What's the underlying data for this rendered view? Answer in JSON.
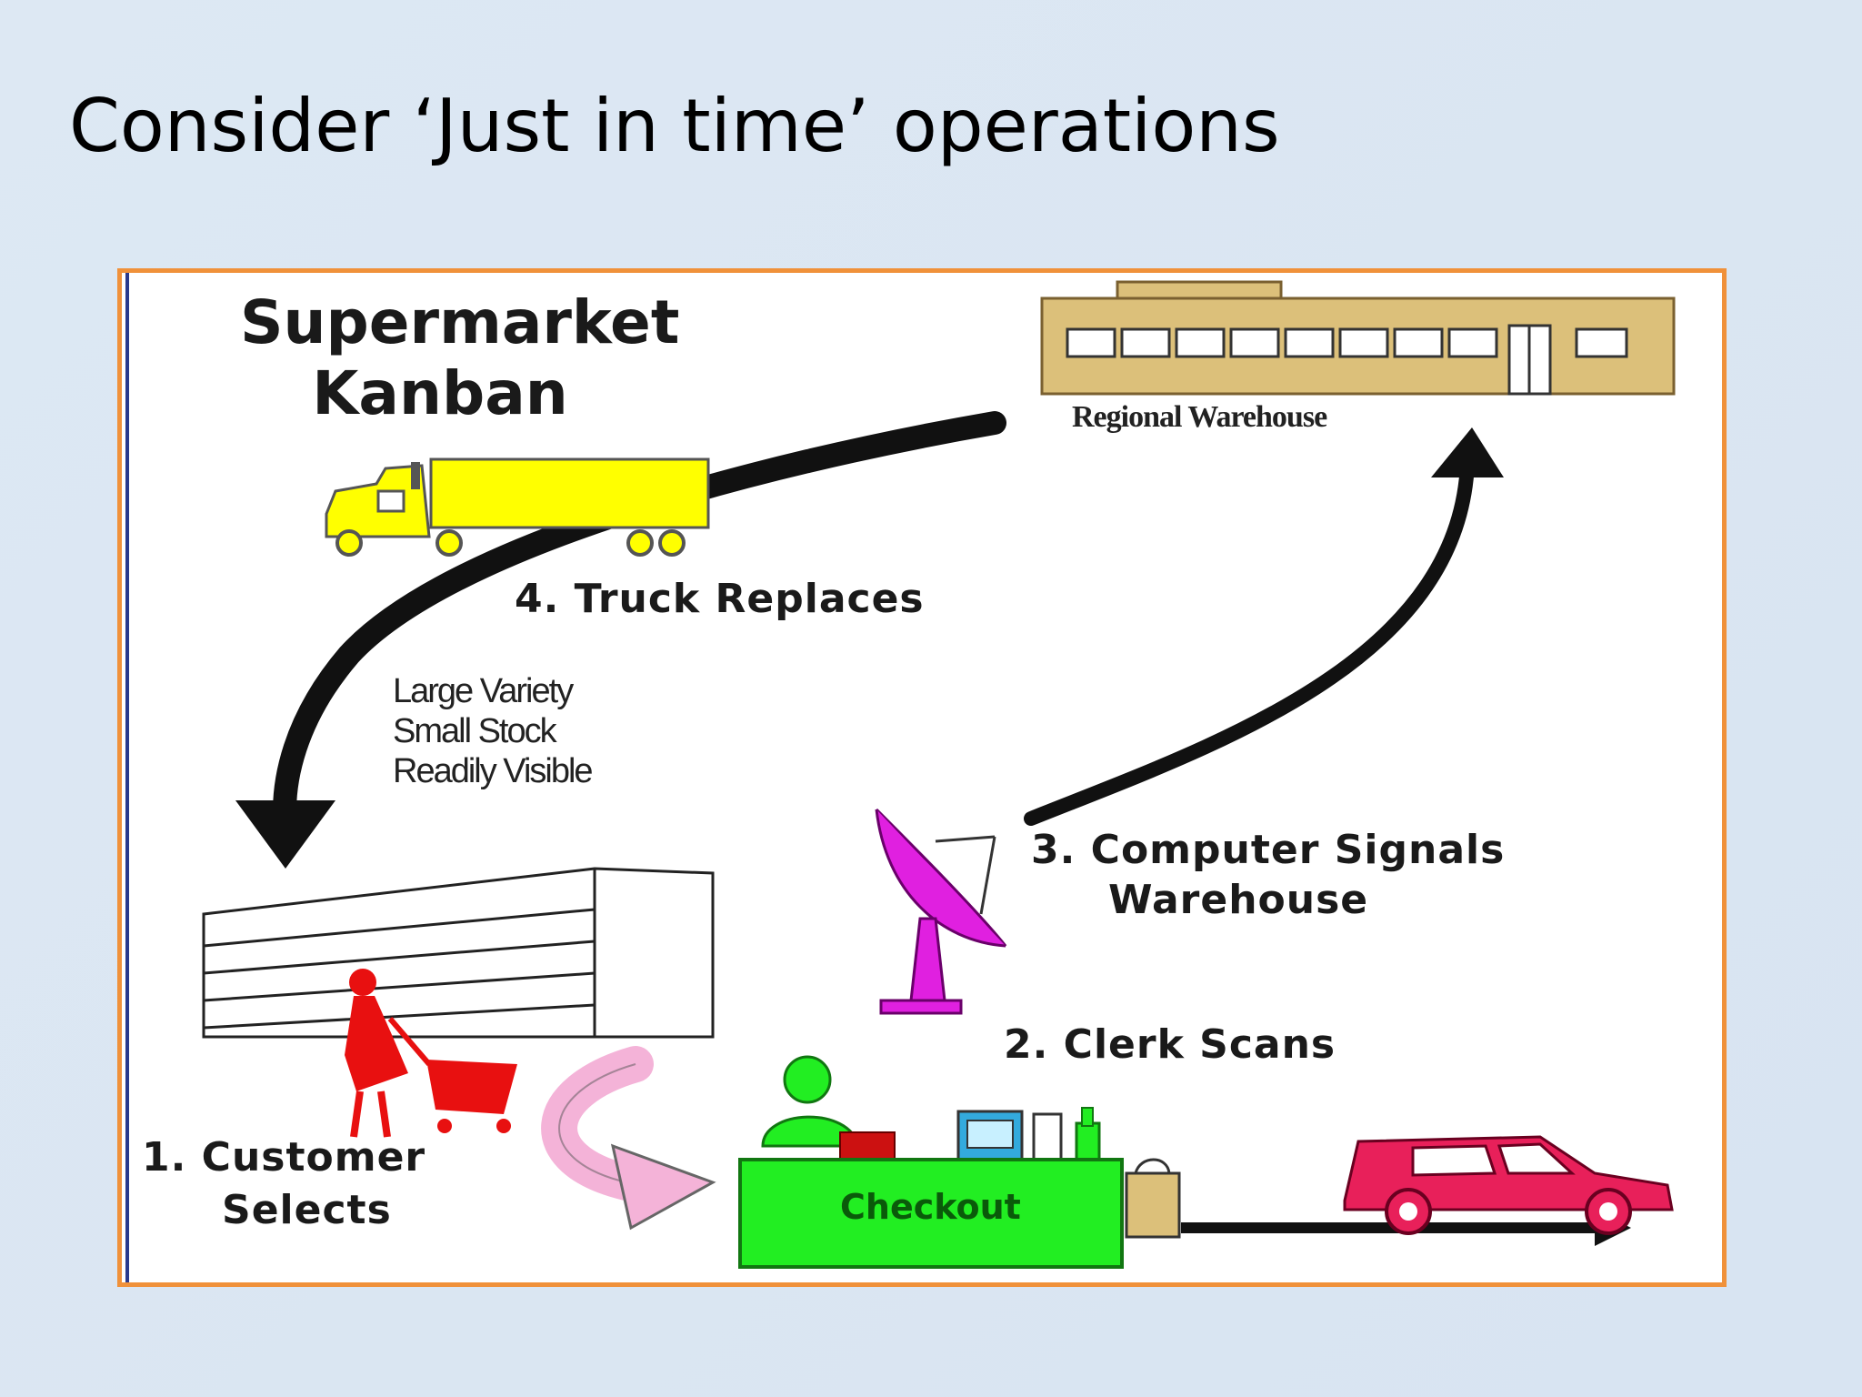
{
  "slide": {
    "title": "Consider ‘Just in time’ operations"
  },
  "diagram": {
    "heading_line1": "Supermarket",
    "heading_line2": "Kanban",
    "warehouse_label": "Regional Warehouse",
    "step4": "4. Truck Replaces",
    "stock_notes": [
      "Large Variety",
      "Small Stock",
      "Readily Visible"
    ],
    "step3_line1": "3. Computer Signals",
    "step3_line2": "Warehouse",
    "step2": "2. Clerk Scans",
    "step1_line1": "1. Customer",
    "step1_line2": "Selects",
    "checkout_label": "Checkout"
  },
  "colors": {
    "frame_border": "#f0913a",
    "warehouse": "#dcc07a",
    "truck": "#ffff00",
    "dish": "#e020e0",
    "customer": "#e81010",
    "checkout": "#22ee22",
    "flow_arrow": "#f4b3d8",
    "car": "#e8205a"
  }
}
